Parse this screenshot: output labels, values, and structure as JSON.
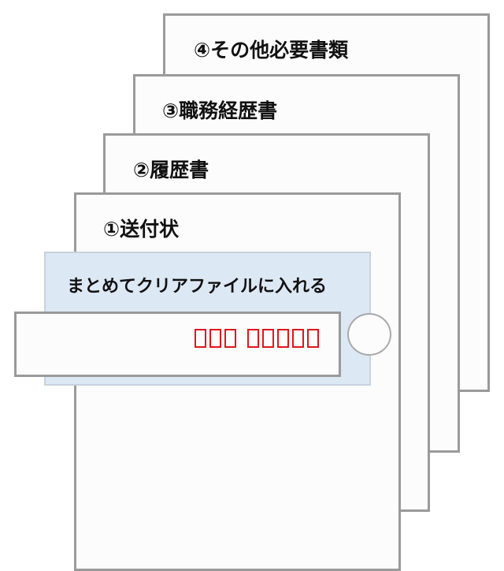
{
  "documents": [
    {
      "label": "④その他必要書類"
    },
    {
      "label": "③職務経歴書"
    },
    {
      "label": "②履歴書"
    },
    {
      "label": "①送付状"
    }
  ],
  "clear_file": {
    "label": "まとめてクリアファイルに入れる"
  },
  "envelope": {
    "accent_color": "#e0161b",
    "glyph_groups": [
      3,
      5
    ]
  }
}
